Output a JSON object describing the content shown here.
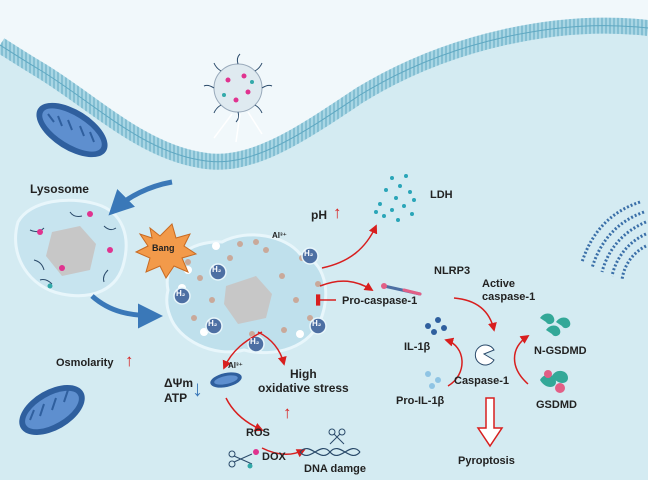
{
  "labels": {
    "lysosome": "Lysosome",
    "bang": "Bang",
    "al3_top": "Al³⁺",
    "al3_bottom": "Al³⁺",
    "ph": "pH",
    "ldh": "LDH",
    "nlrp3": "NLRP3",
    "pro_caspase1": "Pro-caspase-1",
    "active_caspase1": "Active\ncaspase-1",
    "il1b": "IL-1β",
    "pro_il1b": "Pro-IL-1β",
    "caspase1": "Caspase-1",
    "n_gsdmd": "N-GSDMD",
    "gsdmd": "GSDMD",
    "osmolarity": "Osmolarity",
    "delta_psi_m": "ΔΨm",
    "atp": "ATP",
    "high_oxidative_stress": "High\noxidative stress",
    "ros": "ROS",
    "dox": "DOX",
    "dna_damage": "DNA damge",
    "pyroptosis": "Pyroptosis",
    "h2": "H₂",
    "arrow_up": "↑",
    "arrow_down": "↓"
  },
  "colors": {
    "background": "#d4ebf2",
    "extracellular": "#f1f8fb",
    "membrane": "#8cc6d8",
    "membrane_dark": "#5fa8c2",
    "lysosome_fill": "#c7e4ef",
    "bang_fill": "#f29a4a",
    "h2_fill": "#4d6fa3",
    "red_arrow": "#d81e1e",
    "blue_arrow": "#3a78b8",
    "mitochondria": "#2f5f9e",
    "ldh_dots": "#2aa5b8",
    "gsdmd_teal": "#33a898",
    "gsdmd_pink": "#e25f86"
  }
}
